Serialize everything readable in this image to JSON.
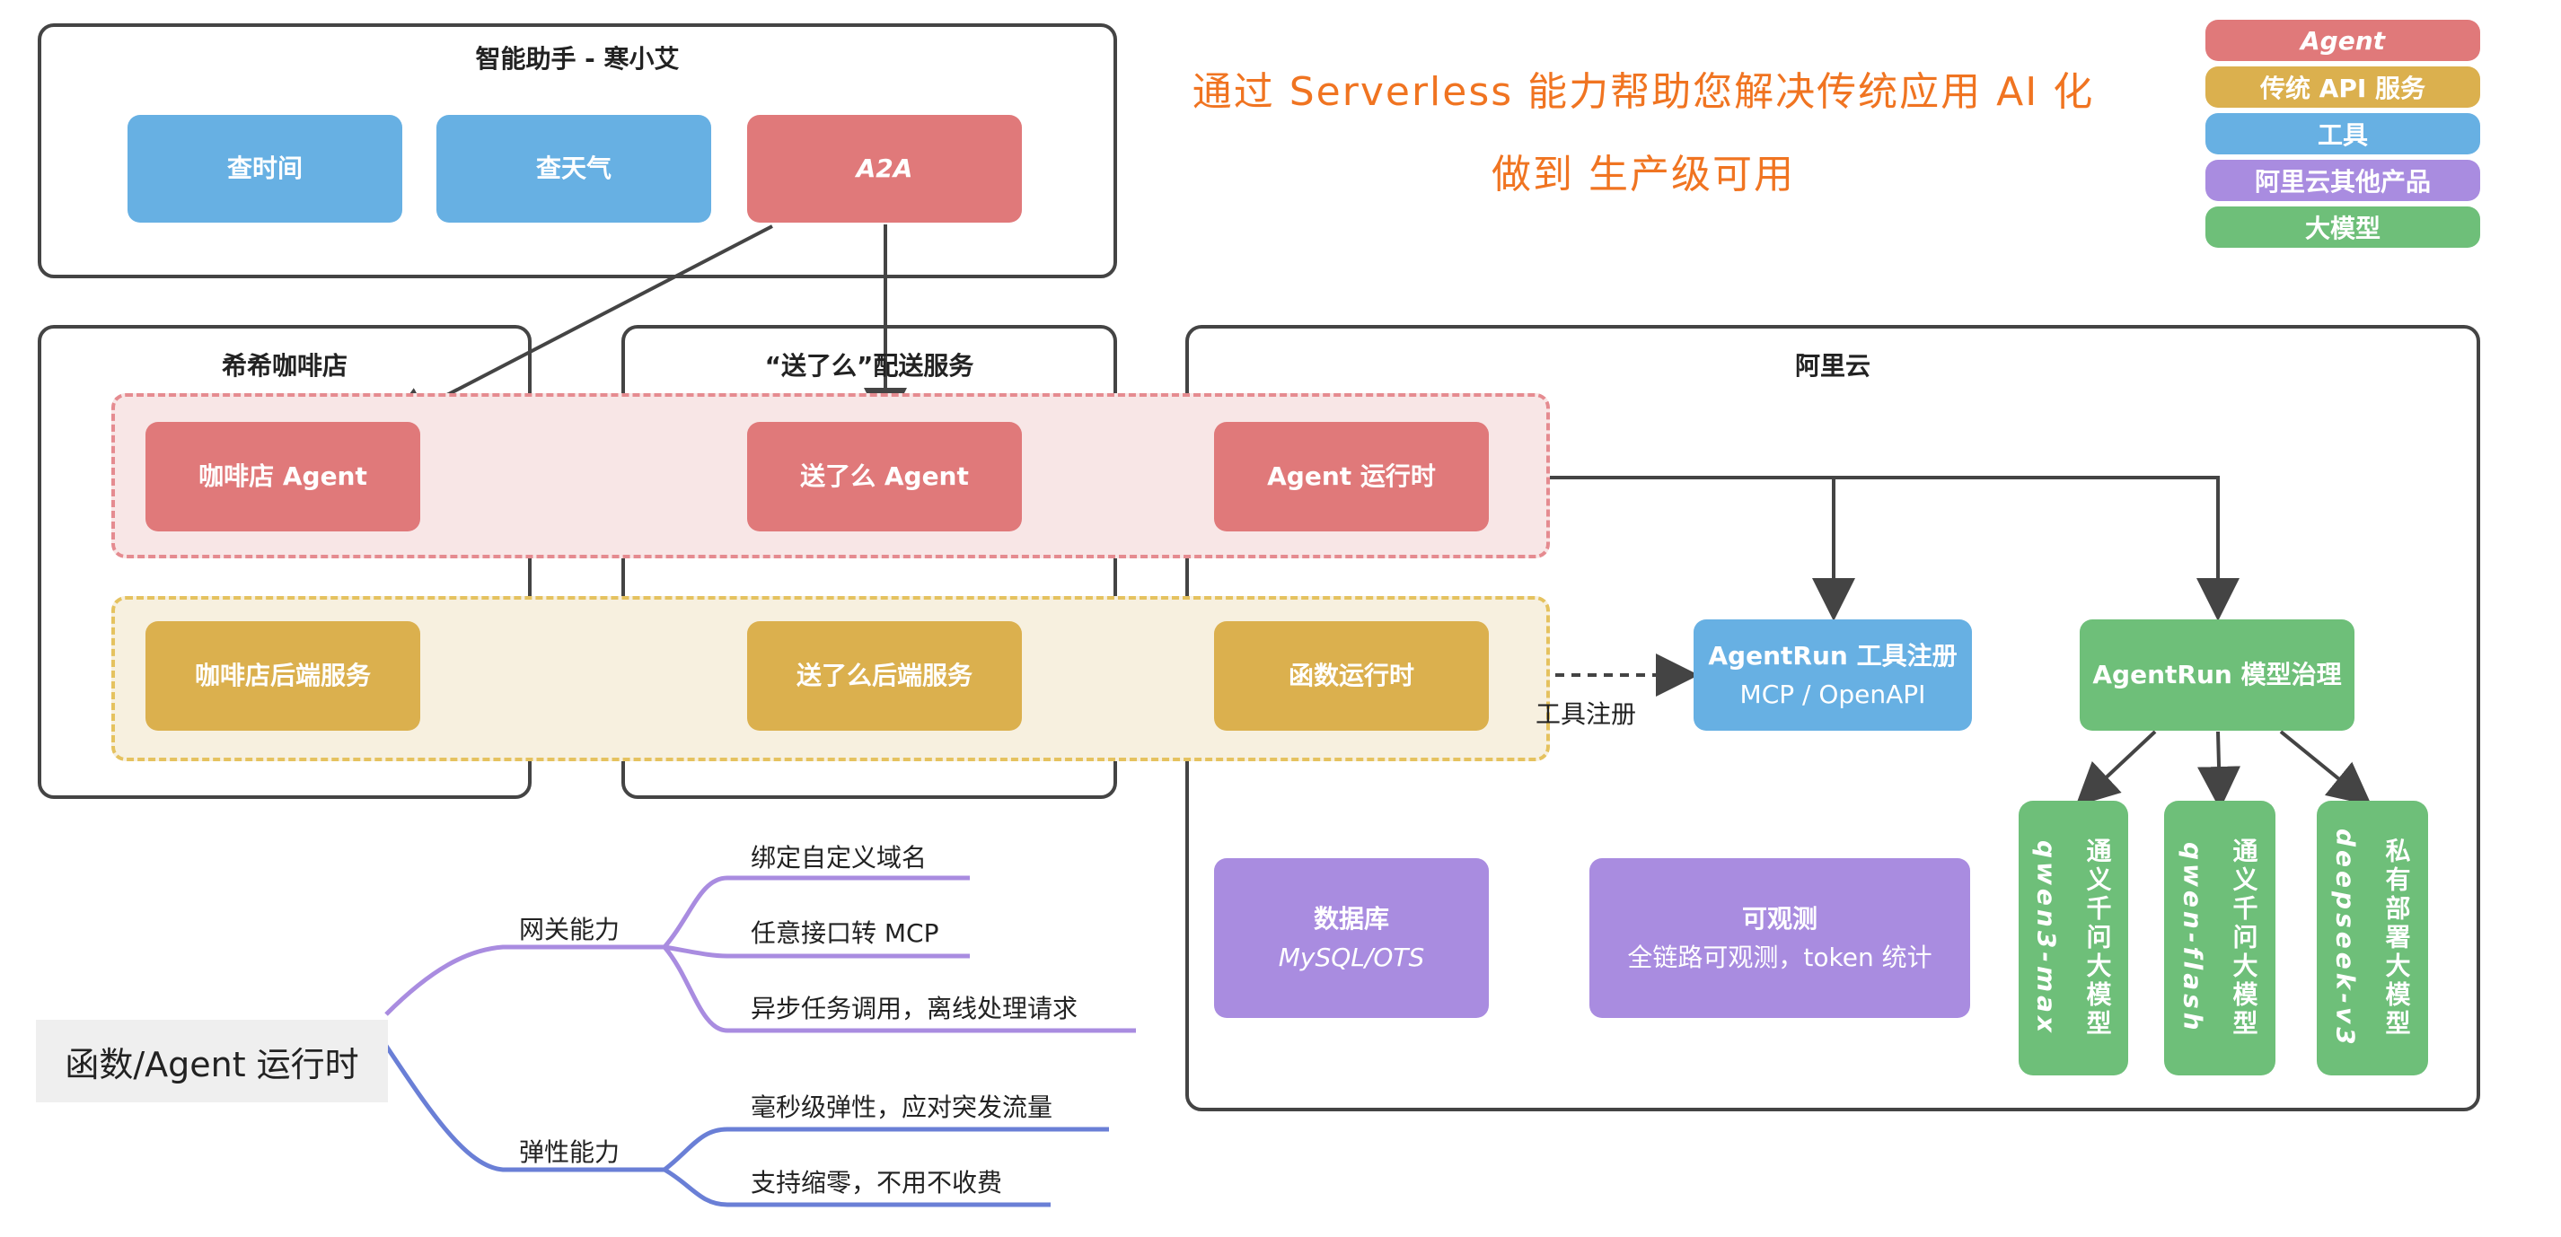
{
  "headline": {
    "line1": "通过 Serverless 能力帮助您解决传统应用 AI 化",
    "line2": "做到 生产级可用"
  },
  "legend": [
    {
      "label": "Agent",
      "color": "#e0797a"
    },
    {
      "label": "传统 API 服务",
      "color": "#dbb04e"
    },
    {
      "label": "工具",
      "color": "#67b0e3"
    },
    {
      "label": "阿里云其他产品",
      "color": "#a98ce0"
    },
    {
      "label": "大模型",
      "color": "#6ebf79"
    }
  ],
  "assistant": {
    "title": "智能助手 - 寒小艾",
    "tools": [
      "查时间",
      "查天气"
    ],
    "a2a": "A2A"
  },
  "coffee": {
    "title": "希希咖啡店",
    "agent": "咖啡店 Agent",
    "backend": "咖啡店后端服务"
  },
  "delivery": {
    "title": "“送了么”配送服务",
    "agent": "送了么 Agent",
    "backend": "送了么后端服务"
  },
  "aliyun": {
    "title": "阿里云",
    "agent_runtime": "Agent 运行时",
    "function_runtime": "函数运行时",
    "tool_register_label": "工具注册",
    "agentrun_tools": {
      "title": "AgentRun 工具注册",
      "subtitle": "MCP / OpenAPI"
    },
    "agentrun_models": {
      "title": "AgentRun 模型治理"
    },
    "database": {
      "title": "数据库",
      "subtitle": "MySQL/OTS"
    },
    "observability": {
      "title": "可观测",
      "subtitle": "全链路可观测，token 统计"
    },
    "models": [
      {
        "name": "qwen3-max",
        "desc": "通义千问大模型"
      },
      {
        "name": "qwen-flash",
        "desc": "通义千问大模型"
      },
      {
        "name": "deepseek-v3",
        "desc": "私有部署大模型"
      }
    ]
  },
  "mindmap": {
    "root": "函数/Agent 运行时",
    "branches": [
      {
        "label": "网关能力",
        "leaves": [
          "绑定自定义域名",
          "任意接口转 MCP",
          "异步任务调用，离线处理请求"
        ]
      },
      {
        "label": "弹性能力",
        "leaves": [
          "毫秒级弹性，应对突发流量",
          "支持缩零，不用不收费"
        ]
      }
    ]
  }
}
